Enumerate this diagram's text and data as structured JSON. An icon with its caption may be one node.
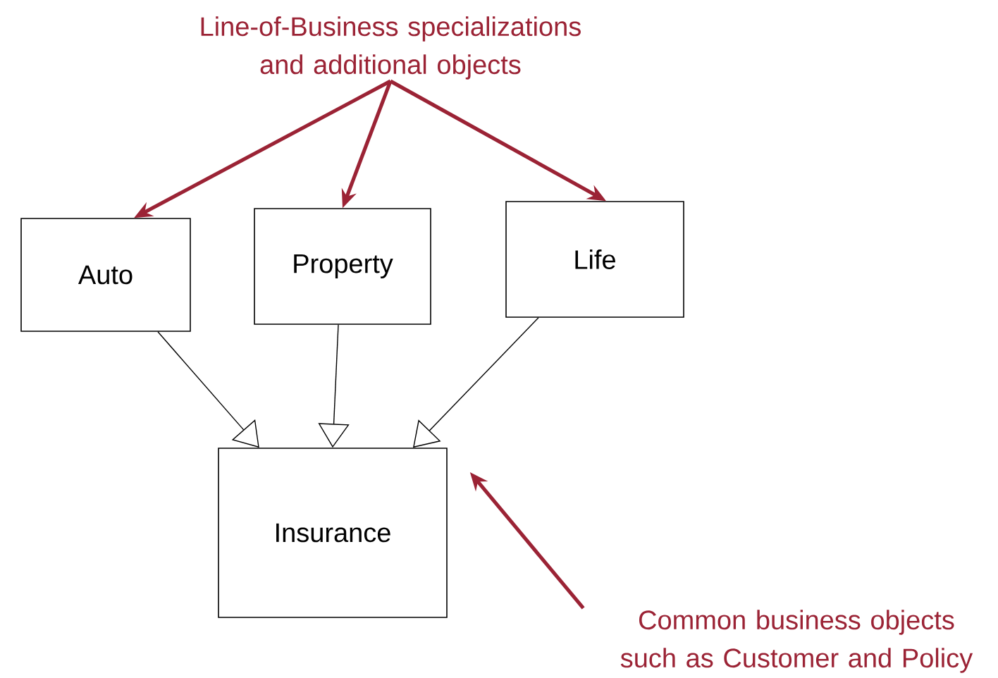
{
  "diagram": {
    "nodes": [
      {
        "text": [
          "Line-of-Business specializations and additional objects"
        ]
      },
      {
        "text": [
          "Auto"
        ]
      },
      {
        "text": [
          "Property"
        ]
      },
      {
        "text": [
          "Life"
        ]
      },
      {
        "text": [
          "Insurance"
        ]
      },
      {
        "text": [
          "Common business objects such as Customer and Policy"
        ]
      }
    ],
    "edges": [
      {
        "from": 0,
        "to": 1,
        "arrow": "to"
      },
      {
        "from": 0,
        "to": 2,
        "arrow": "to"
      },
      {
        "from": 0,
        "to": 3,
        "arrow": "to"
      },
      {
        "from": 1,
        "to": 4,
        "arrow": "to",
        "color": "#000000"
      },
      {
        "from": 2,
        "to": 4,
        "arrow": "to",
        "color": "#000000"
      },
      {
        "from": 3,
        "to": 4,
        "arrow": "to",
        "color": "#000000"
      },
      {
        "from": 5,
        "to": 4,
        "arrow": "to"
      }
    ]
  }
}
